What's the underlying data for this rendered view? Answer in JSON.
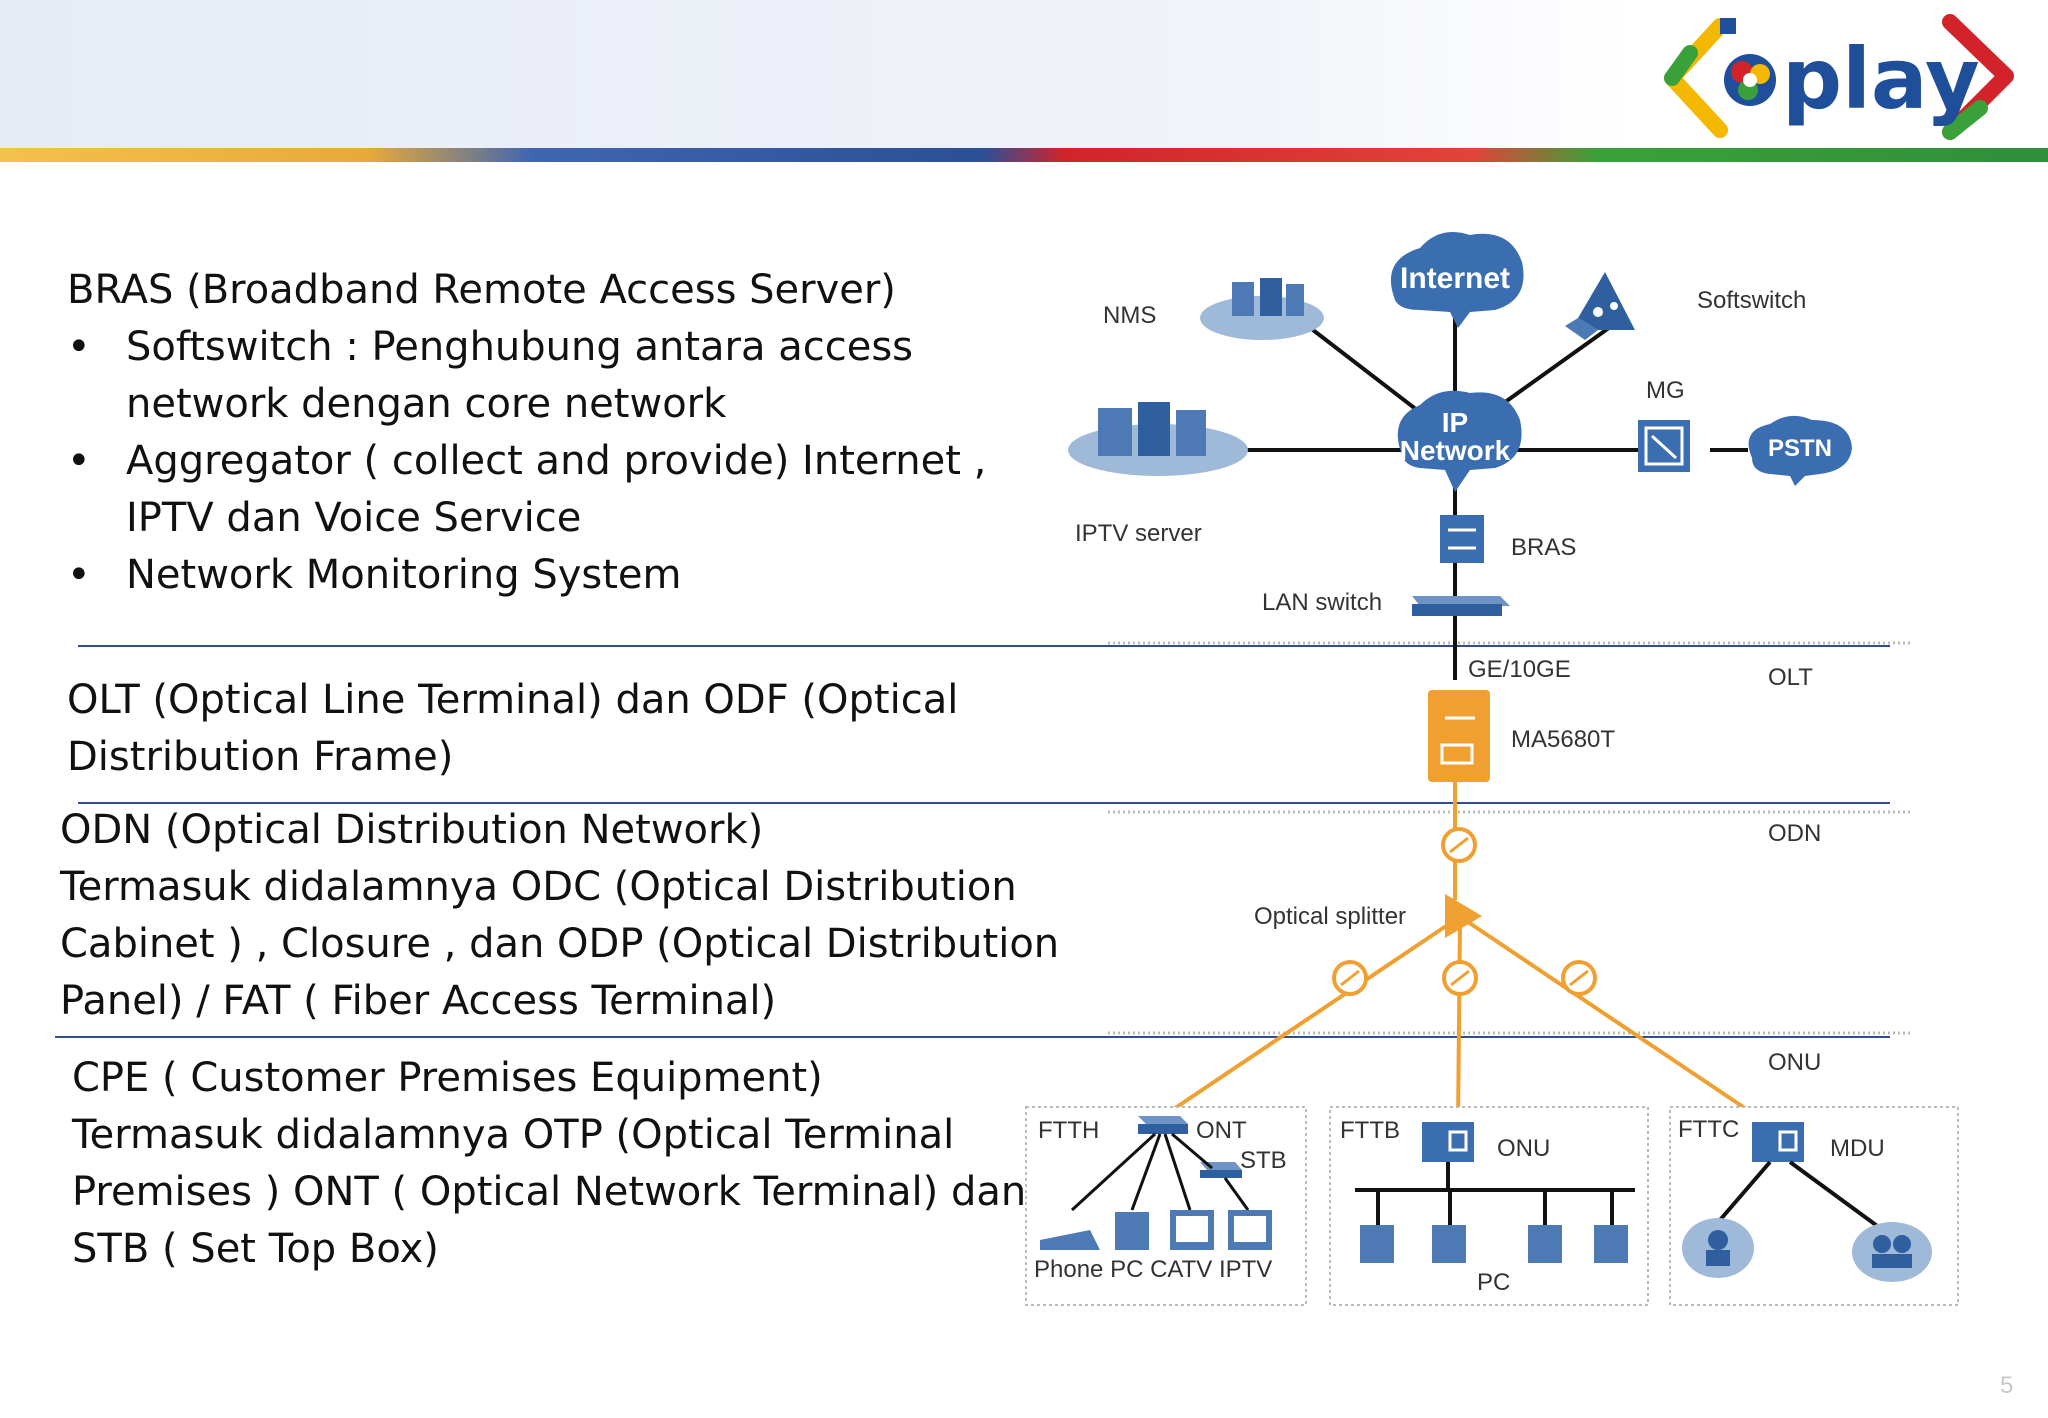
{
  "header": {
    "logo_text": "play",
    "colors": {
      "blue": "#1f4e9b",
      "red": "#d2232a",
      "yellow": "#f5b800",
      "green": "#3aa13a"
    }
  },
  "sections": {
    "bras": {
      "title": "BRAS (Broadband Remote Access Server)",
      "bullets": [
        {
          "line1": "Softswitch  : Penghubung antara access",
          "line2": "network dengan core network"
        },
        {
          "line1": "Aggregator ( collect and provide) Internet ,",
          "line2": "IPTV dan Voice Service"
        },
        {
          "line1": "Network Monitoring System",
          "line2": ""
        }
      ]
    },
    "olt": {
      "lines": [
        "OLT (Optical Line Terminal) dan  ODF (Optical",
        "Distribution Frame)"
      ]
    },
    "odn": {
      "lines": [
        "ODN (Optical Distribution Network)",
        "Termasuk didalamnya ODC (Optical Distribution",
        "Cabinet ) , Closure , dan ODP (Optical Distribution",
        "Panel) / FAT ( Fiber Access Terminal)"
      ]
    },
    "cpe": {
      "lines": [
        "CPE ( Customer Premises Equipment)",
        "Termasuk didalamnya OTP (Optical Terminal",
        "Premises ) ONT ( Optical Network Terminal) dan",
        "STB ( Set Top Box)"
      ]
    }
  },
  "diagram": {
    "nodes": {
      "internet": "Internet",
      "ip_network_1": "IP",
      "ip_network_2": "Network",
      "pstn": "PSTN"
    },
    "labels": {
      "nms": "NMS",
      "softswitch": "Softswitch",
      "mg": "MG",
      "iptv_server": "IPTV server",
      "bras": "BRAS",
      "lan_switch": "LAN switch",
      "ge": "GE/10GE",
      "ma5680t": "MA5680T",
      "optical_splitter": "Optical splitter"
    },
    "layers": {
      "olt": "OLT",
      "odn": "ODN",
      "onu": "ONU"
    },
    "boxes": {
      "ftth": {
        "title": "FTTH",
        "ont": "ONT",
        "stb": "STB",
        "devices": "Phone PC CATV  IPTV"
      },
      "fttb": {
        "title": "FTTB",
        "onu": "ONU",
        "pc": "PC"
      },
      "fttc": {
        "title": "FTTC",
        "mdu": "MDU"
      }
    }
  },
  "page_number": "5"
}
